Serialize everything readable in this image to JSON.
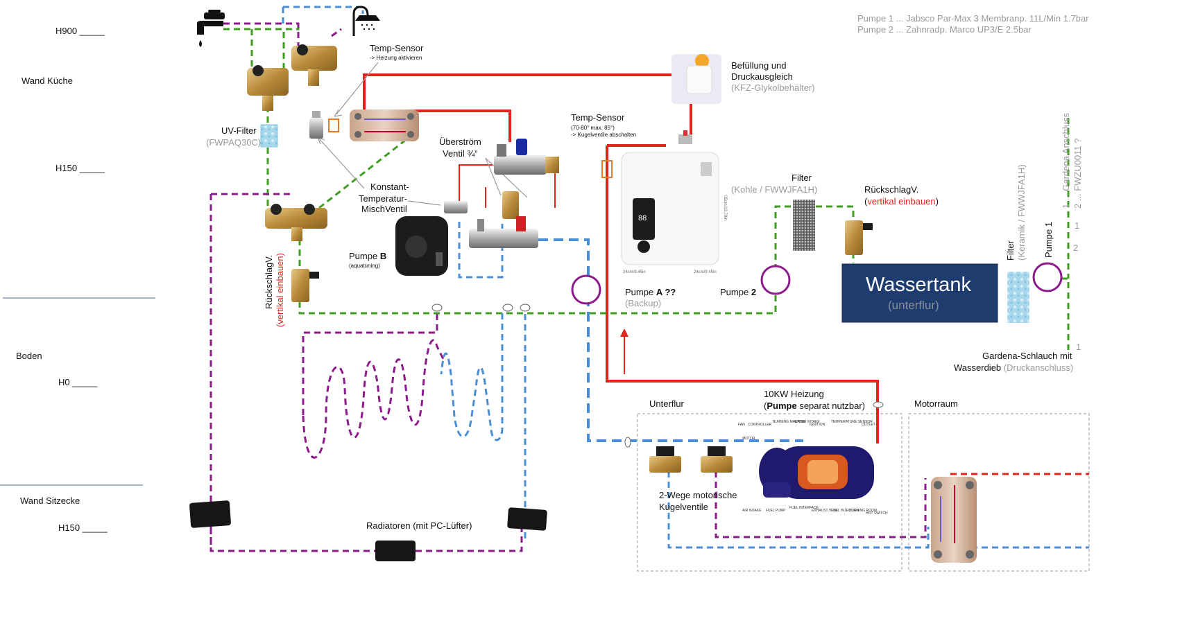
{
  "levels": {
    "wall_kitchen": "Wand Küche",
    "h900_kitchen": "H900 _____",
    "h150_kitchen": "H150 _____",
    "floor": "Boden",
    "h0": "H0 _____",
    "wall_seat": "Wand Sitzecke",
    "h150_seat": "H150 _____"
  },
  "pump_info": {
    "pump1": "Pumpe 1 ... Jabsco Par-Max 3 Membranp. 11L/Min 1.7bar",
    "pump2": "Pumpe 2 ... Zahnradp. Marco UP3/E 2.5bar"
  },
  "labels": {
    "temp_sensor_1": "Temp-Sensor",
    "temp_sensor_1_sub": "-> Heizung aktivieren",
    "uv_filter": "UV-Filter",
    "uv_filter_model": "(FWPAQ30C)",
    "fill_line1": "Befüllung und",
    "fill_line2": "Druckausgleich",
    "fill_line3": "(KFZ-Glykolbehälter)",
    "temp_sensor_2": "Temp-Sensor",
    "temp_sensor_2_sub1": "(70-80° max. 85°)",
    "temp_sensor_2_sub2": "-> Kugelventile abschalten",
    "overflow_line1": "Überström",
    "overflow_line2": "Ventil ¾“",
    "mix_line1": "Konstant-",
    "mix_line2": "Temperatur-",
    "mix_line3": "MischVentil",
    "pump_b": "Pumpe",
    "pump_b_bold": "B",
    "pump_b_sub": "(aquatuning)",
    "check_valve_left": "RückschlagV.",
    "check_valve_left_note": "(vertikal einbauen)",
    "pump_a": "Pumpe",
    "pump_a_bold": "A ??",
    "pump_a_sub": "(Backup)",
    "filter_mid": "Filter",
    "filter_mid_model": "(Kohle / FWWJFA1H)",
    "check_valve_right": "RückschlagV.",
    "check_valve_right_note_a": "(",
    "check_valve_right_note_b": "vertikal einbauen",
    "check_valve_right_note_c": ")",
    "pump_2": "Pumpe",
    "pump_2_bold": "2",
    "tank": "Wassertank",
    "tank_sub": "(unterflur)",
    "filter_right": "Filter",
    "filter_right_model": "(Keramik / FWWJFA1H)",
    "pump_1": "Pumpe 1",
    "garden_conn_1": "1 ... Gardena Anschluss",
    "garden_conn_2": "2 ... FWZU0011 ?",
    "num_1a": "1",
    "num_2": "2",
    "num_1b": "1",
    "garden_hose_1": "Gardena-Schlauch mit",
    "garden_hose_2": "Wasserdieb",
    "garden_hose_3": "(Druckanschluss)",
    "underfloor": "Unterflur",
    "heater_line1": "10KW Heizung",
    "heater_bold": "Pumpe",
    "heater_rest": "separat nutzbar)",
    "heater_open": "(",
    "engine_room": "Motorraum",
    "valves_line1": "2-Wege motorische",
    "valves_line2": "Kugelventile",
    "radiators": "Radiatoren (mit PC-Lüfter)"
  },
  "heater_parts": {
    "fan": "FAN",
    "controller": "CONTROLLER",
    "burning_machine": "BURNING MACHINE",
    "water_intake": "WATER INTAKE",
    "ignition": "IGNITION",
    "temp_sensor": "TEMPERATURE SENSOR",
    "outlet": "OUTLET",
    "motor": "MOTOR",
    "air_intake": "AIR INTAKE",
    "fuel_pump": "FUEL PUMP",
    "fuel_interface": "FUEL INTERFACE",
    "exhaust_vent": "EXHAUST VENT",
    "fuel_injection": "FUEL INJECTION",
    "burning_room": "BURNING ROOM",
    "hot_switch": "HOT SWITCH"
  },
  "boiler_dims": {
    "width": "24cm/9.45in",
    "depth": "24cm/9.45in",
    "height": "35cm/13.78in",
    "display": "88"
  },
  "colors": {
    "red": "#e0261b",
    "purple": "#8b1a8b",
    "green": "#3f9e22",
    "blue": "#4a8fd6",
    "tank": "#1f3c6e",
    "gray": "#9a9a9a"
  }
}
